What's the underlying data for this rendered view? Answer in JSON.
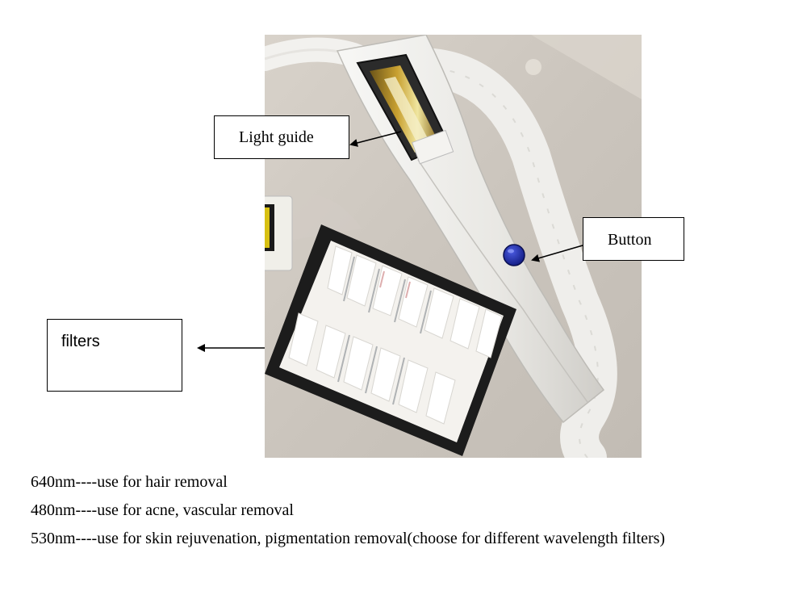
{
  "callouts": {
    "light_guide": "Light guide",
    "button": "Button",
    "filters": "filters"
  },
  "notes": [
    "640nm----use for hair removal",
    "480nm----use for acne, vascular removal",
    "530nm----use for skin rejuvenation, pigmentation removal(choose for different wavelength filters)"
  ],
  "colors": {
    "button_blue": "#1a2aa8",
    "filter_box": "#1c1c1c",
    "foam": "#f4f2ee",
    "background_foam": "#cfc9c1",
    "light_guide_crystal": "#c8a030"
  },
  "icons": {
    "arrow": "arrow-left-icon"
  }
}
